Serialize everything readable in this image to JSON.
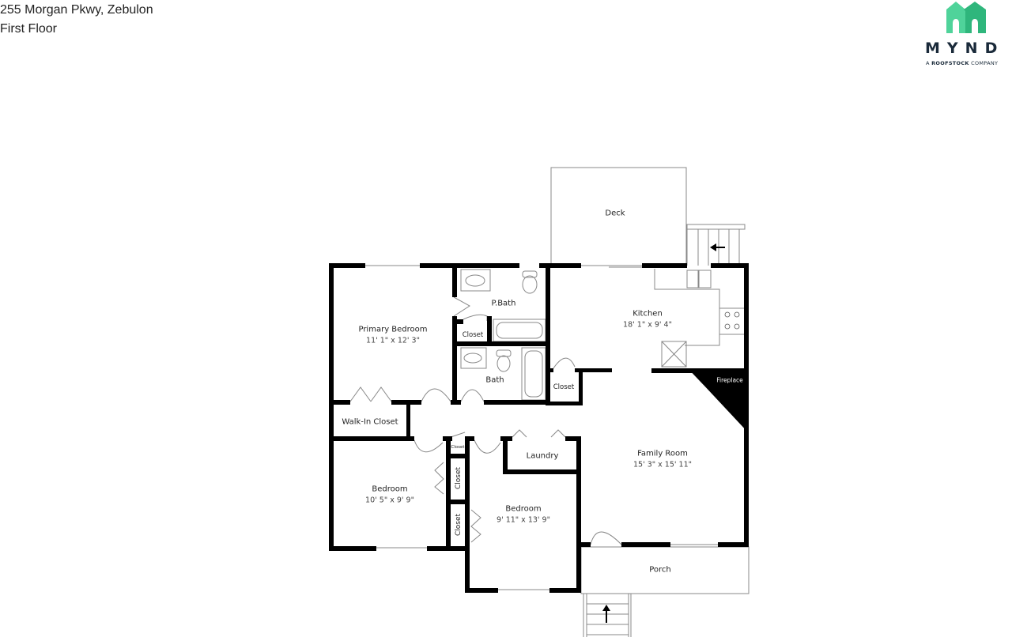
{
  "header": {
    "address": "255 Morgan Pkwy, Zebulon",
    "floor": "First Floor"
  },
  "logo": {
    "brand": "MYND",
    "tagline_prefix": "A ",
    "tagline_bold": "ROOFSTOCK",
    "tagline_suffix": " COMPANY",
    "colors": {
      "house_light": "#4fd39a",
      "house_dark": "#2fb67c",
      "text": "#1a2a3a"
    }
  },
  "rooms": {
    "deck": {
      "name": "Deck"
    },
    "primary_bedroom": {
      "name": "Primary Bedroom",
      "dims": "11' 1\" x 12' 3\""
    },
    "pbath": {
      "name": "P.Bath"
    },
    "pbath_closet": {
      "name": "Closet"
    },
    "bath": {
      "name": "Bath"
    },
    "kitchen": {
      "name": "Kitchen",
      "dims": "18' 1\" x 9' 4\""
    },
    "kitchen_closet": {
      "name": "Closet"
    },
    "fireplace": {
      "name": "Fireplace"
    },
    "walk_in_closet": {
      "name": "Walk-In Closet"
    },
    "hall_closet": {
      "name": "Closet"
    },
    "laundry": {
      "name": "Laundry"
    },
    "family_room": {
      "name": "Family Room",
      "dims": "15' 3\" x 15' 11\""
    },
    "bedroom_2": {
      "name": "Bedroom",
      "dims": "10' 5\" x 9' 9\""
    },
    "bedroom_2_closet": {
      "name": "Closet"
    },
    "bedroom_3": {
      "name": "Bedroom",
      "dims": "9' 11\" x 13' 9\""
    },
    "bedroom_3_closet": {
      "name": "Closet"
    },
    "porch": {
      "name": "Porch"
    }
  }
}
